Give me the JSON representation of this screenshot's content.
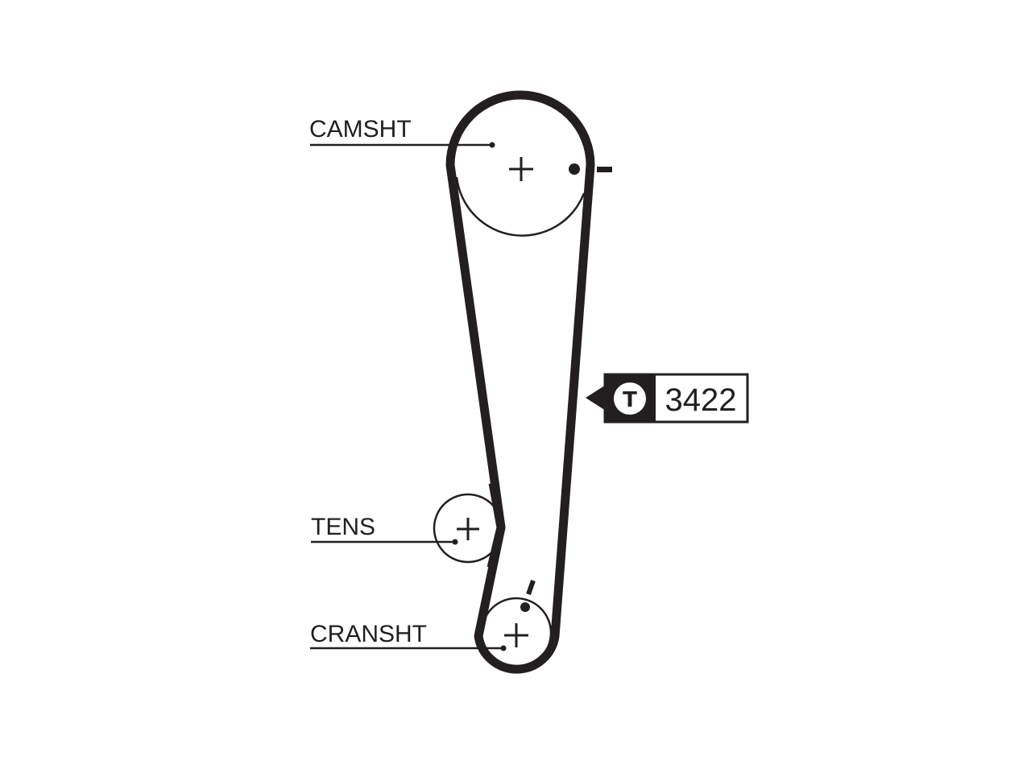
{
  "colors": {
    "ink": "#231f20",
    "background": "#ffffff"
  },
  "labels": {
    "camshaft": "CAMSHT",
    "tensioner": "TENS",
    "crankshaft": "CRANSHT"
  },
  "part_tag": {
    "icon_letter": "T",
    "number": "3422"
  },
  "timing_marks": {
    "camshaft_mark": "-",
    "crankshaft_mark": "/"
  }
}
